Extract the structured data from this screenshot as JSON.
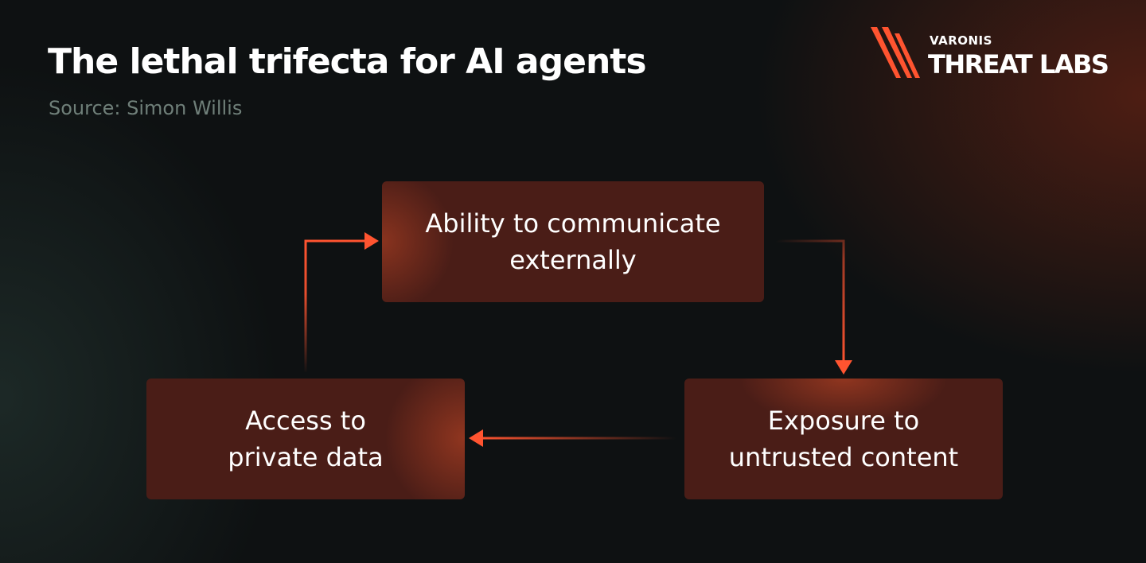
{
  "header": {
    "title": "The lethal trifecta for AI agents",
    "subtitle": "Source: Simon Willis"
  },
  "logo": {
    "brand": "VARONIS",
    "product": "THREAT LABS"
  },
  "diagram": {
    "nodes": [
      {
        "id": "top",
        "lines": [
          "Ability to communicate",
          "externally"
        ]
      },
      {
        "id": "right",
        "lines": [
          "Exposure to",
          "untrusted content"
        ]
      },
      {
        "id": "left",
        "lines": [
          "Access to",
          "private data"
        ]
      }
    ],
    "edges": [
      {
        "from": "top",
        "to": "right"
      },
      {
        "from": "right",
        "to": "left"
      },
      {
        "from": "left",
        "to": "top"
      }
    ]
  },
  "colors": {
    "background": "#0e1112",
    "node_fill": "#4a1d17",
    "accent": "#ff5430",
    "subtitle": "#6f7f79"
  }
}
